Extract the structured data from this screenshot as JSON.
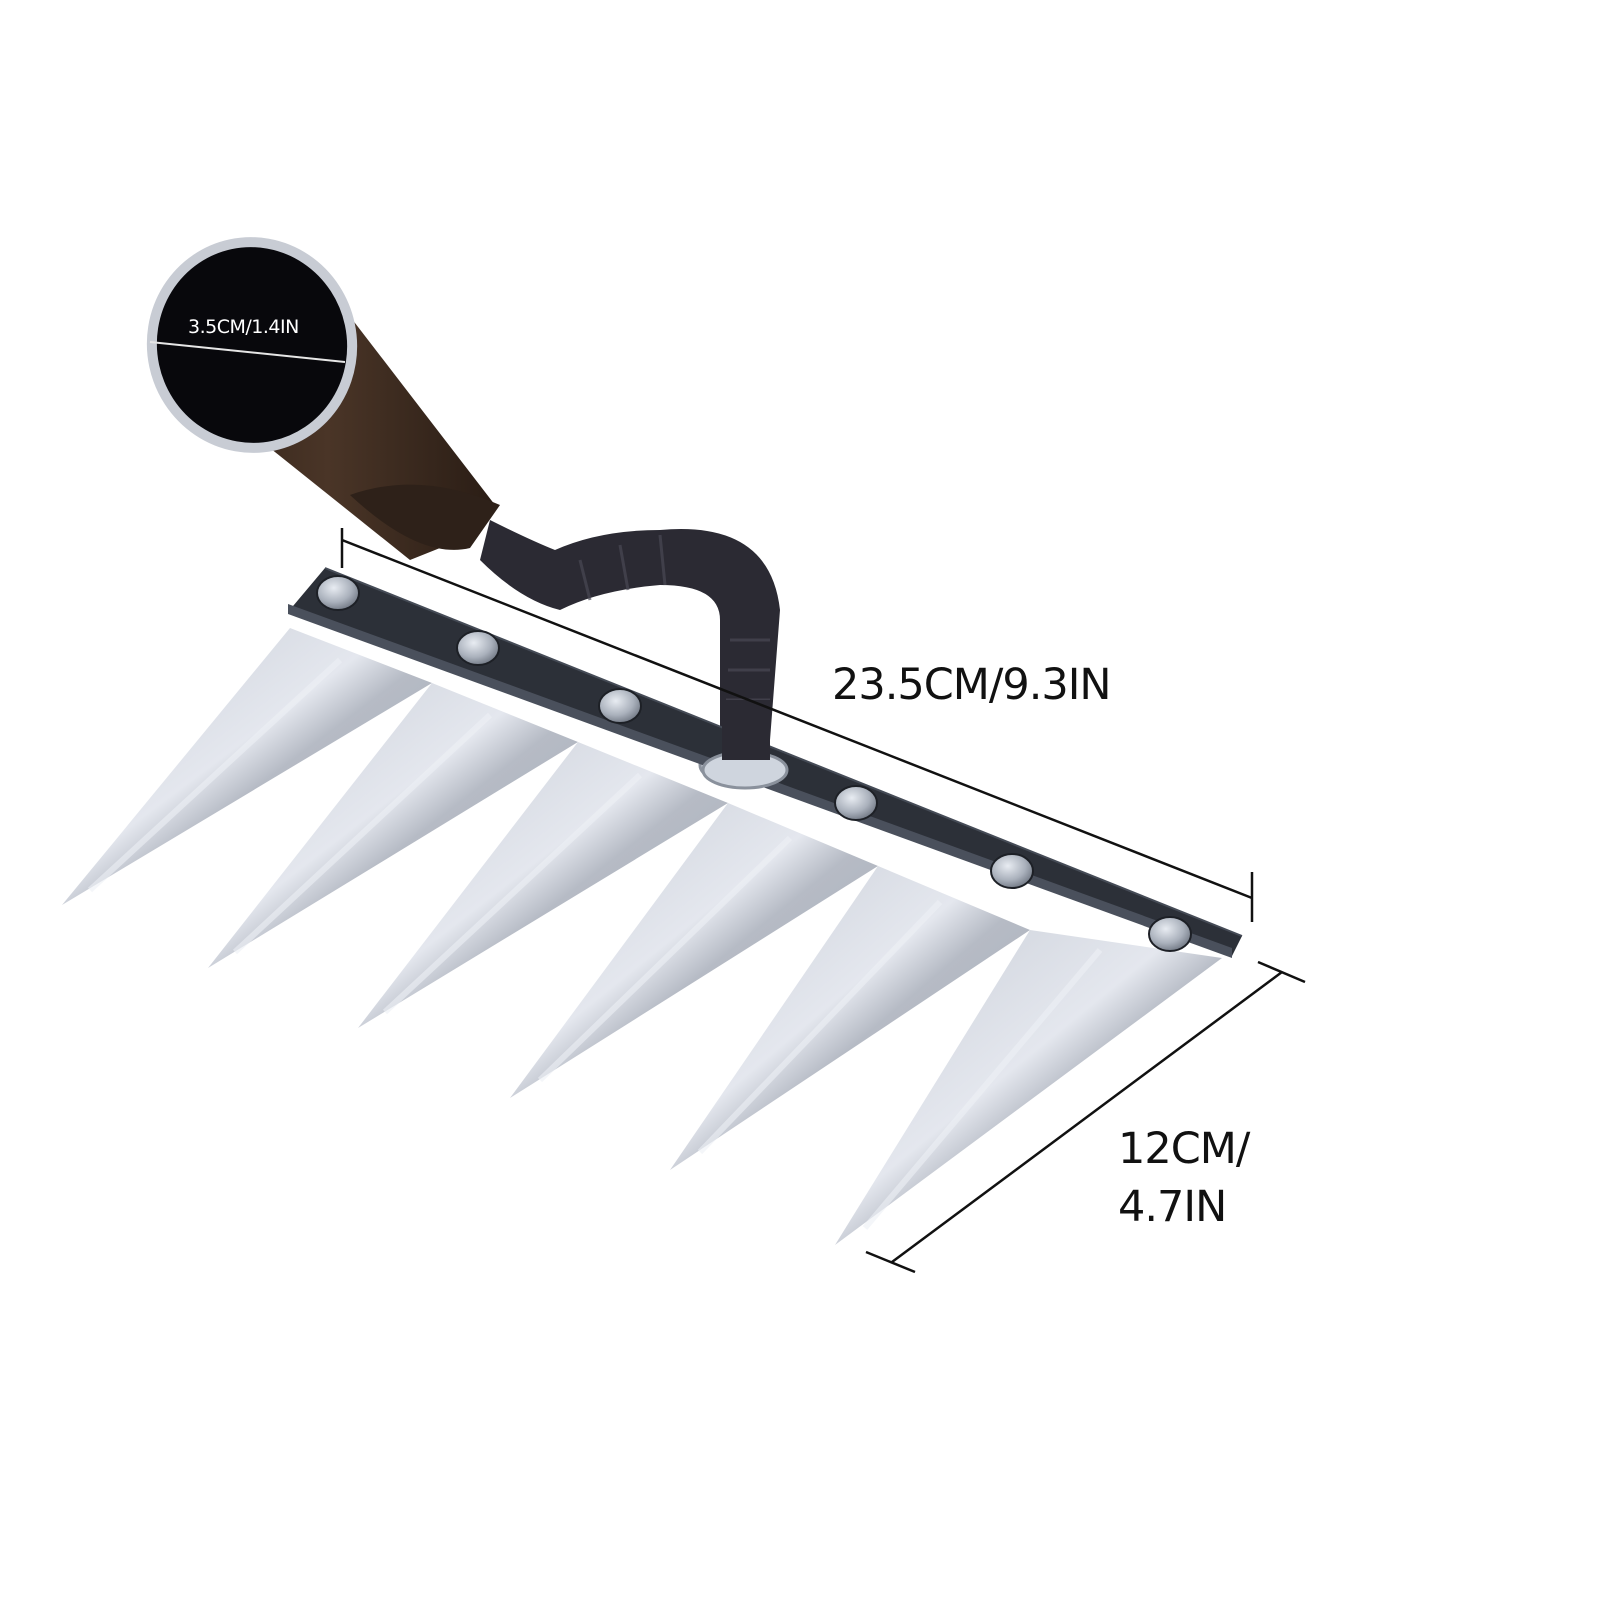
{
  "product": {
    "name": "Six-tine garden rake / weeding hoe head",
    "tine_count": 6,
    "bolt_count": 6
  },
  "dimensions": {
    "socket_diameter": "3.5CM/1.4IN",
    "head_width": "23.5CM/9.3IN",
    "tine_length_line1": "12CM/",
    "tine_length_line2": "4.7IN",
    "tine_length": "12CM/\n4.7IN"
  },
  "colors": {
    "background": "#ffffff",
    "socket_tube": "#3b2a20",
    "socket_interior": "#0a0a0f",
    "socket_rim": "#c8ccd4",
    "neck": "#2b2a33",
    "bar": "#2c3038",
    "bar_edge": "#4a505c",
    "bolt": "#b9bfc8",
    "blade_light": "#dfe3ea",
    "blade_mid": "#b9bec8",
    "blade_dark": "#9aa0ab",
    "dimension_line": "#111111"
  }
}
